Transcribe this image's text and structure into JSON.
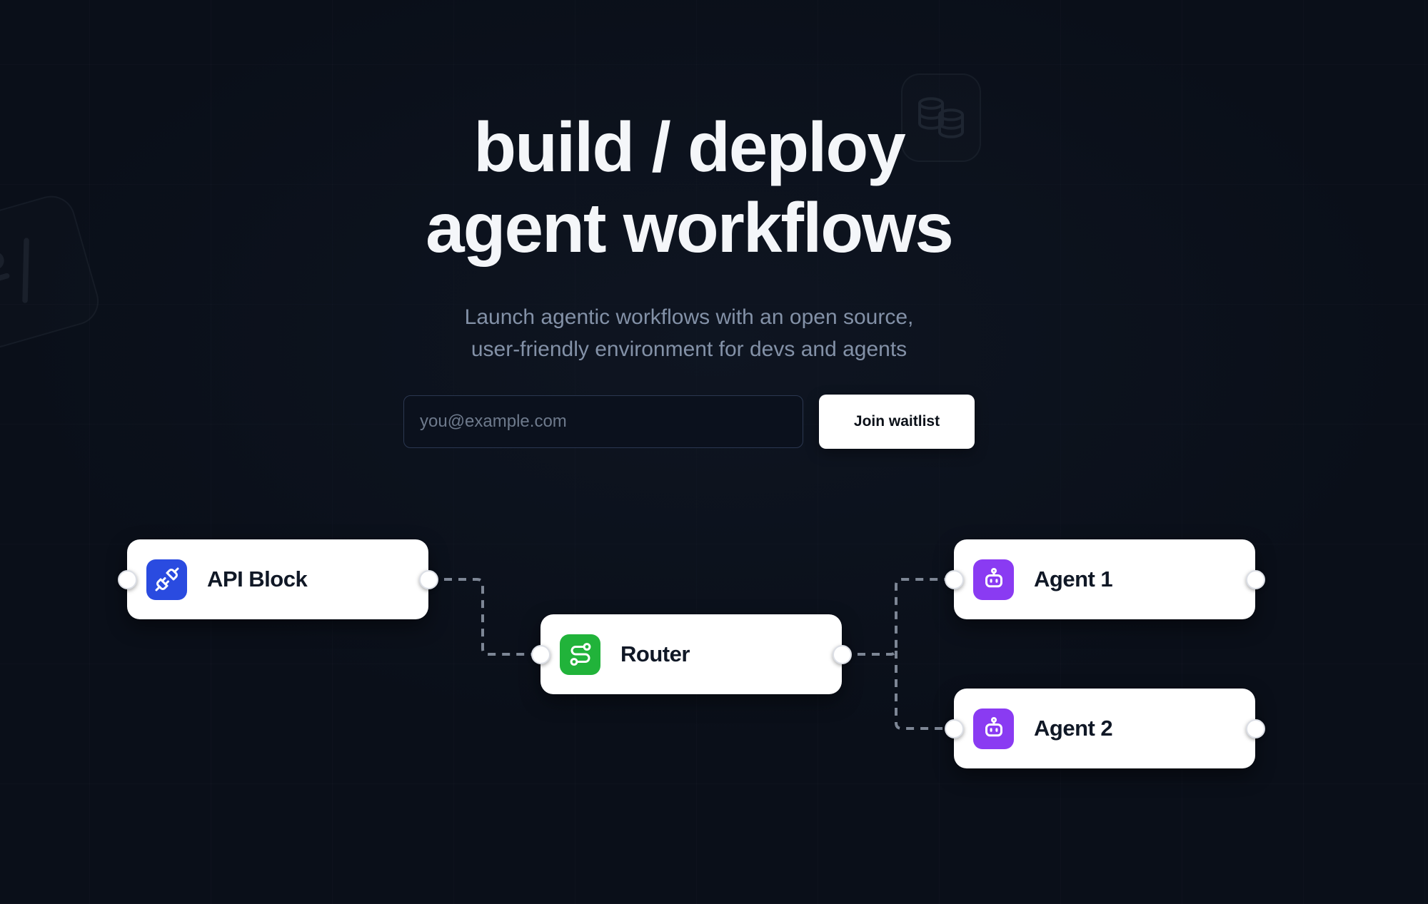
{
  "hero": {
    "title_line1": "build / deploy",
    "title_line2": "agent workflows",
    "subtitle_line1": "Launch agentic workflows with an open source,",
    "subtitle_line2": "user-friendly environment for devs and agents",
    "email_placeholder": "you@example.com",
    "email_value": "",
    "cta_label": "Join waitlist"
  },
  "workflow": {
    "nodes": [
      {
        "id": "api-block",
        "label": "API Block",
        "icon": "plug-icon",
        "color": "#2a4be0"
      },
      {
        "id": "router",
        "label": "Router",
        "icon": "route-icon",
        "color": "#21b33a"
      },
      {
        "id": "agent-1",
        "label": "Agent 1",
        "icon": "bot-icon",
        "color": "#8a3bf2"
      },
      {
        "id": "agent-2",
        "label": "Agent 2",
        "icon": "bot-icon",
        "color": "#8a3bf2"
      }
    ],
    "edges": [
      {
        "from": "api-block",
        "to": "router"
      },
      {
        "from": "router",
        "to": "agent-1"
      },
      {
        "from": "router",
        "to": "agent-2"
      }
    ]
  },
  "decorations": {
    "ghost_icons": [
      "database-icon",
      "code-slash-icon"
    ]
  },
  "colors": {
    "background": "#0a0f19",
    "heading_text": "#f4f6f9",
    "subtitle_text": "#8391a7",
    "node_background": "#ffffff",
    "node_label": "#101826",
    "edge_dash": "#9aa4b4",
    "api_icon_blue": "#2a4be0",
    "router_icon_green": "#21b33a",
    "agent_icon_purple": "#8a3bf2",
    "cta_background": "#ffffff",
    "cta_text": "#0b1018",
    "input_border": "#2b3750",
    "input_placeholder": "#6e7a8c"
  }
}
